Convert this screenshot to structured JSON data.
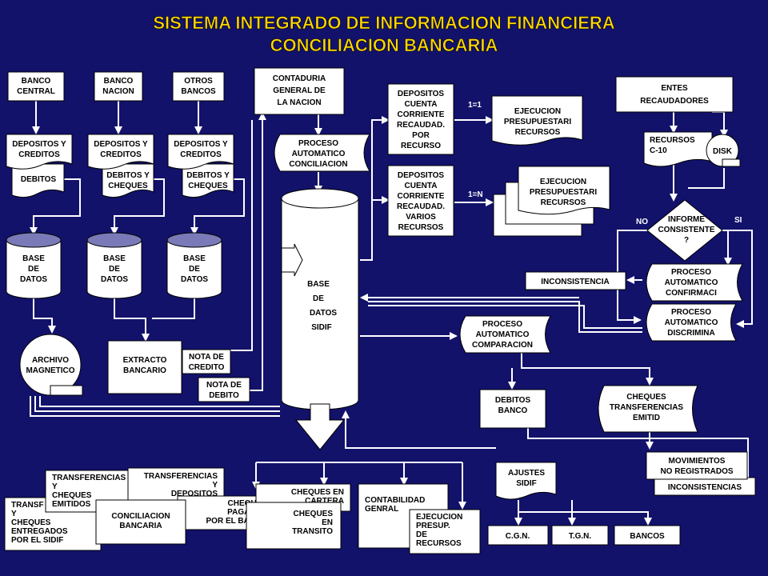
{
  "title": {
    "line1": "SISTEMA INTEGRADO DE INFORMACION FINANCIERA",
    "line2": "CONCILIACION BANCARIA"
  },
  "nodes": {
    "banco_central": [
      "BANCO",
      "CENTRAL"
    ],
    "banco_nacion": [
      "BANCO",
      "NACION"
    ],
    "otros_bancos": [
      "OTROS",
      "BANCOS"
    ],
    "contaduria": [
      "CONTADURIA",
      "GENERAL DE",
      "LA NACION"
    ],
    "dep_cred": [
      "DEPOSITOS Y",
      "CREDITOS"
    ],
    "debitos": [
      "DEBITOS"
    ],
    "debitos_cheques": [
      "DEBITOS Y",
      "CHEQUES"
    ],
    "base_datos": [
      "BASE",
      "DE",
      "DATOS"
    ],
    "proceso_conciliacion": [
      "PROCESO",
      "AUTOMATICO",
      "CONCILIACION"
    ],
    "base_sidif": [
      "BASE",
      "DE",
      "DATOS",
      "SIDIF"
    ],
    "dep_cta_por_recurso": [
      "DEPOSITOS",
      "CUENTA",
      "CORRIENTE",
      "RECAUDAD.",
      "POR",
      "RECURSO"
    ],
    "dep_cta_varios": [
      "DEPOSITOS",
      "CUENTA",
      "CORRIENTE",
      "RECAUDAD.",
      "VARIOS",
      "RECURSOS"
    ],
    "ratio_1_1": "1=1",
    "ratio_1_n": "1=N",
    "ejecucion_pres": [
      "EJECUCION",
      "PRESUPUESTARI",
      "RECURSOS"
    ],
    "entes": [
      "ENTES",
      "RECAUDADORES"
    ],
    "recursos_c10": [
      "RECURSOS",
      "C-10"
    ],
    "disk": "DISK",
    "informe": [
      "INFORME",
      "CONSISTENTE",
      "?"
    ],
    "no": "NO",
    "si": "SI",
    "inconsistencia": "INCONSISTENCIA",
    "proceso_confirmaci": [
      "PROCESO",
      "AUTOMATICO",
      "CONFIRMACI"
    ],
    "proceso_discrimina": [
      "PROCESO",
      "AUTOMATICO",
      "DISCRIMINA"
    ],
    "proceso_comparacion": [
      "PROCESO",
      "AUTOMATICO",
      "COMPARACION"
    ],
    "archivo": [
      "ARCHIVO",
      "MAGNETICO"
    ],
    "extracto": [
      "EXTRACTO",
      "BANCARIO"
    ],
    "nota_credito": [
      "NOTA DE",
      "CREDITO"
    ],
    "nota_debito": [
      "NOTA DE",
      "DEBITO"
    ],
    "debitos_banco": [
      "DEBITOS",
      "BANCO"
    ],
    "cheques_transf": [
      "CHEQUES",
      "TRANSFERENCIAS",
      "EMITID"
    ],
    "movimientos": [
      "MOVIMIENTOS",
      "NO REGISTRADOS"
    ],
    "inconsistencias": "INCONSISTENCIAS",
    "ajustes": [
      "AJUSTES",
      "SIDIF"
    ],
    "cgn": "C.G.N.",
    "tgn": "T.G.N.",
    "bancos": "BANCOS",
    "transf_entregados": [
      "TRANSF",
      "Y",
      "CHEQUES",
      "ENTREGADOS",
      "POR EL SIDIF"
    ],
    "transf_emitidos": [
      "TRANSFERENCIAS",
      "Y",
      "CHEQUES",
      "EMITIDOS"
    ],
    "transf_depositos": [
      "TRANSFERENCIAS",
      "Y",
      "DEPOSITOS"
    ],
    "conciliacion": [
      "CONCILIACION",
      "BANCARIA"
    ],
    "cheques_pagados": [
      "CHEQUES",
      "PAGADOS",
      "POR EL BANCO"
    ],
    "cheques_cartera": [
      "CHEQUES  EN",
      "CARTERA"
    ],
    "cheques_transito": [
      "CHEQUES",
      "EN",
      "TRANSITO"
    ],
    "contabilidad": [
      "CONTABILIDAD",
      "GENRAL"
    ],
    "ejecucion_presup": [
      "EJECUCION",
      "PRESUP.",
      "DE",
      "RECURSOS"
    ]
  }
}
